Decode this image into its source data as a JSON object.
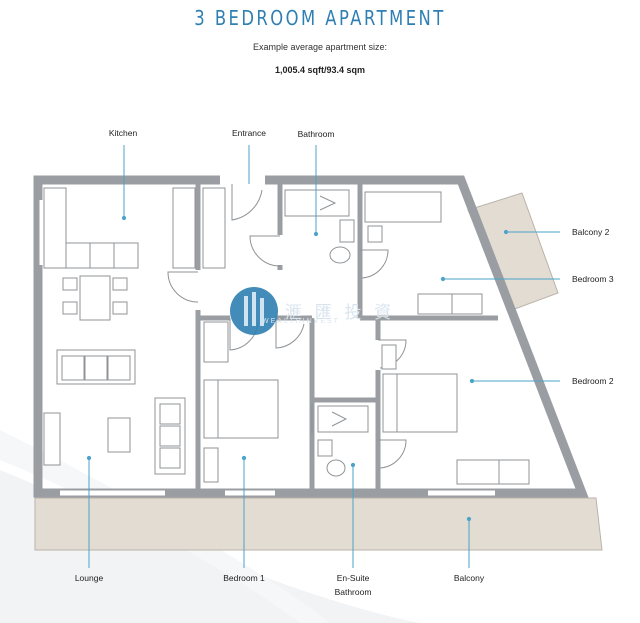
{
  "header": {
    "title": "3 BEDROOM APARTMENT",
    "subtitle": "Example average apartment size:",
    "size": "1,005.4 sqft/93.4 sqm"
  },
  "labels": {
    "kitchen": "Kitchen",
    "entrance": "Entrance",
    "bathroom": "Bathroom",
    "balcony2": "Balcony 2",
    "bedroom3": "Bedroom 3",
    "bedroom2": "Bedroom 2",
    "lounge": "Lounge",
    "bedroom1": "Bedroom 1",
    "ensuite_line1": "En-Suite",
    "ensuite_line2": "Bathroom",
    "balcony": "Balcony"
  },
  "watermark": {
    "text": "滙 匯 投 資",
    "sub": "WEALTHINVEST"
  },
  "colors": {
    "accent": "#2f7fb3",
    "wall": "#9a9ea2",
    "balcony": "#e3dcd2",
    "leader": "#4aa3c8"
  }
}
